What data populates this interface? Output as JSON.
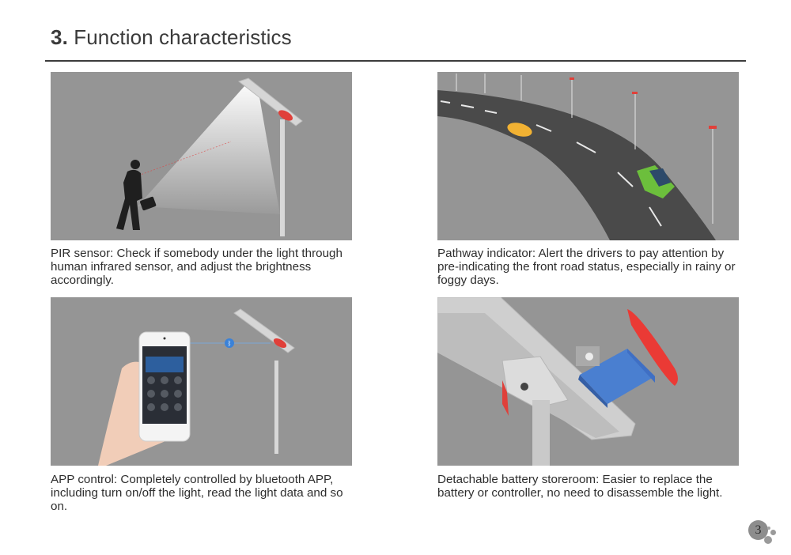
{
  "header": {
    "number": "3",
    "dot": ".",
    "title": " Function characteristics"
  },
  "features": [
    {
      "id": "pir-sensor",
      "image_alt": "Man walking under solar street light detected by PIR sensor",
      "caption": "PIR sensor: Check if somebody under the light through human infrared sensor, and adjust the brightness accordingly."
    },
    {
      "id": "pathway-indicator",
      "image_alt": "Curved road with cars and street lights indicating road status",
      "caption": "Pathway indicator: Alert the drivers to pay attention by pre-indicating the front road status, especially in rainy or foggy days."
    },
    {
      "id": "app-control",
      "image_alt": "Hand holding smartphone connected via bluetooth to street light",
      "caption": "APP control: Completely controlled by bluetooth APP, including turn on/off the light, read the light data and so on."
    },
    {
      "id": "detachable-battery",
      "image_alt": "Street light with detachable blue battery box and red cover",
      "caption": "Detachable battery storeroom: Easier to replace the battery or controller, no need to disassemble the light."
    }
  ],
  "page_number": "3",
  "colors": {
    "panel_bg": "#959595",
    "accent_red": "#e0403a",
    "battery_blue": "#3f6fc4",
    "road": "#4a4a4a",
    "car_yellow": "#f2b233",
    "car_green": "#6cbf3c"
  }
}
